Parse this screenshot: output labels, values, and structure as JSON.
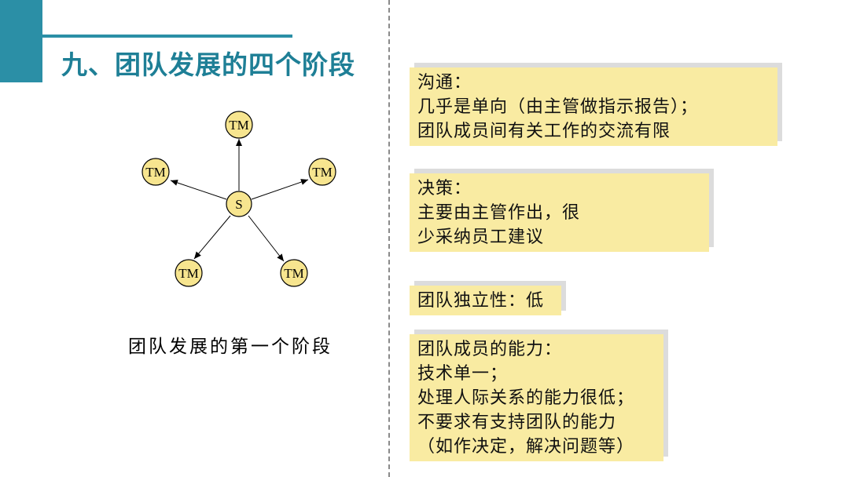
{
  "title": "九、团队发展的四个阶段",
  "diagram": {
    "center_label": "S",
    "member_label": "TM",
    "caption": "团队发展的第一个阶段"
  },
  "boxes": [
    {
      "lines": [
        "沟通：",
        "几乎是单向（由主管做指示报告）；",
        "团队成员间有关工作的交流有限"
      ]
    },
    {
      "lines": [
        "决策：",
        "主要由主管作出，很",
        "少采纳员工建议"
      ]
    },
    {
      "lines": [
        "团队独立性：低"
      ]
    },
    {
      "lines": [
        "团队成员的能力：",
        "技术单一；",
        "处理人际关系的能力很低；",
        "不要求有支持团队的能力",
        "（如作决定，解决问题等）"
      ]
    }
  ]
}
